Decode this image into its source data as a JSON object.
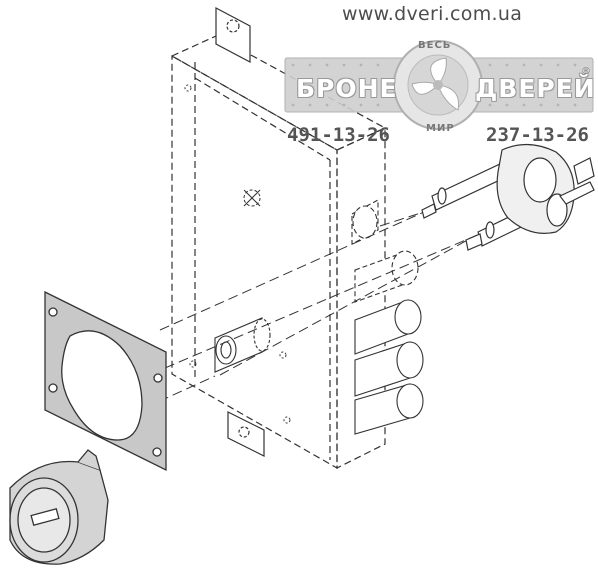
{
  "watermark": {
    "url": "www.dveri.com.ua",
    "brand_left": "БРОНЕ",
    "brand_right": "ДВЕРЕЙ",
    "arc_top": "ВЕСЬ",
    "arc_bottom": "МИР",
    "registered": "®",
    "phone_1": "491-13-26",
    "phone_2": "237-13-26"
  },
  "colors": {
    "line": "#333333",
    "plate_fill": "#c8c8c8",
    "logo_plate": "#cfcfcf",
    "text_gray": "#555555"
  }
}
